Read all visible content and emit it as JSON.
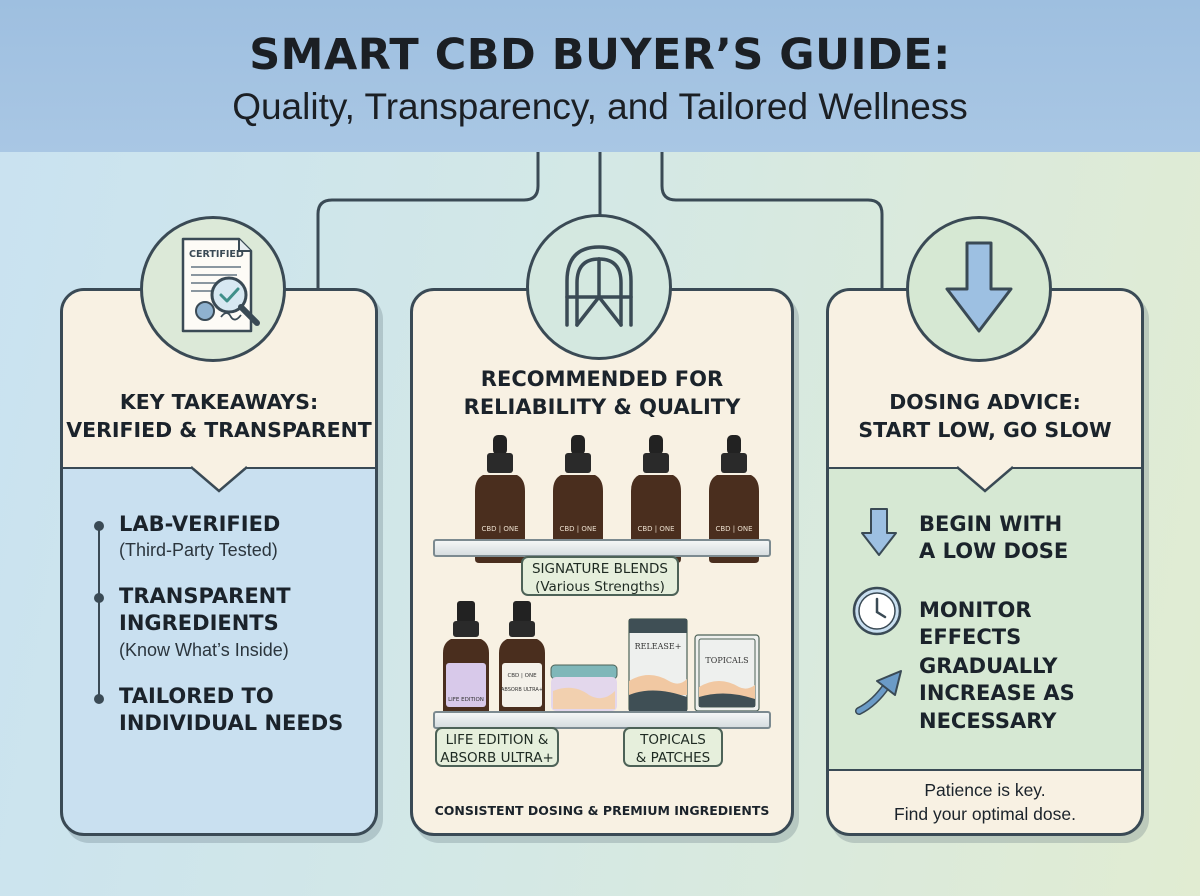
{
  "header": {
    "title": "SMART CBD BUYER’S GUIDE:",
    "subtitle": "Quality, Transparency, and Tailored Wellness"
  },
  "left_panel": {
    "icon_text": "CERTIFIED",
    "heading_line1": "KEY TAKEAWAYS:",
    "heading_line2": "VERIFIED & TRANSPARENT",
    "items": [
      {
        "title_line1": "LAB-VERIFIED",
        "title_line2": "",
        "subtitle": "(Third-Party Tested)"
      },
      {
        "title_line1": "TRANSPARENT",
        "title_line2": "INGREDIENTS",
        "subtitle": "(Know What’s Inside)"
      },
      {
        "title_line1": "TAILORED TO",
        "title_line2": "INDIVIDUAL NEEDS",
        "subtitle": ""
      }
    ]
  },
  "center_panel": {
    "heading_line1": "RECOMMENDED FOR",
    "heading_line2": "RELIABILITY & QUALITY",
    "bottle_label": "CBD | ONE",
    "shelf1_label_line1": "SIGNATURE BLENDS",
    "shelf1_label_line2": "(Various Strengths)",
    "shelf2_label_left_line1": "LIFE EDITION &",
    "shelf2_label_left_line2": "ABSORB ULTRA+",
    "shelf2_label_right_line1": "TOPICALS",
    "shelf2_label_right_line2": "& PATCHES",
    "product_labels": {
      "life": "LIFE EDITION",
      "absorb_brand": "CBD | ONE",
      "absorb": "ABSORB ULTRA+",
      "release": "RELEASE+",
      "topicals": "TOPICALS"
    },
    "footer": "CONSISTENT DOSING & PREMIUM INGREDIENTS"
  },
  "right_panel": {
    "heading_line1": "DOSING ADVICE:",
    "heading_line2": "START LOW, GO SLOW",
    "steps": [
      {
        "icon": "arrow-down-icon",
        "line1": "BEGIN WITH",
        "line2": "A LOW DOSE"
      },
      {
        "icon": "clock-icon",
        "line1": "MONITOR EFFECTS",
        "line2": ""
      },
      {
        "icon": "arrow-up-right-icon",
        "line1": "GRADUALLY",
        "line2": "INCREASE AS",
        "line3": "NECESSARY"
      }
    ],
    "footer_line1": "Patience is key.",
    "footer_line2": "Find your optimal dose."
  },
  "colors": {
    "header_bg": "#a9c7e4",
    "panel_cream": "#f8f1e3",
    "left_bottom": "#c9e0f0",
    "center_bottom": "#f8f1e3",
    "right_bottom": "#d6e8d3",
    "outline": "#3a4a55",
    "icon_blue": "#9dc0e2"
  }
}
